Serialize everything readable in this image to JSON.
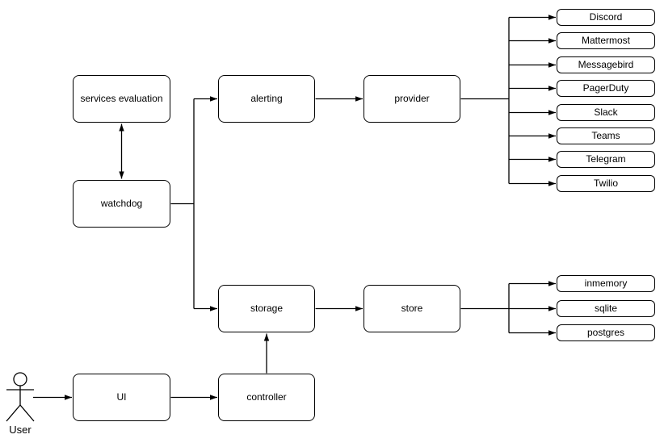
{
  "diagram": {
    "background": "#ffffff",
    "node_fill": "#ffffff",
    "stroke_color": "#000000",
    "nodes": {
      "services_evaluation": "services evaluation",
      "watchdog": "watchdog",
      "alerting": "alerting",
      "provider": "provider",
      "storage": "storage",
      "store": "store",
      "ui": "UI",
      "controller": "controller"
    },
    "providers": [
      "Discord",
      "Mattermost",
      "Messagebird",
      "PagerDuty",
      "Slack",
      "Teams",
      "Telegram",
      "Twilio"
    ],
    "stores": [
      "inmemory",
      "sqlite",
      "postgres"
    ],
    "actor": "User"
  }
}
